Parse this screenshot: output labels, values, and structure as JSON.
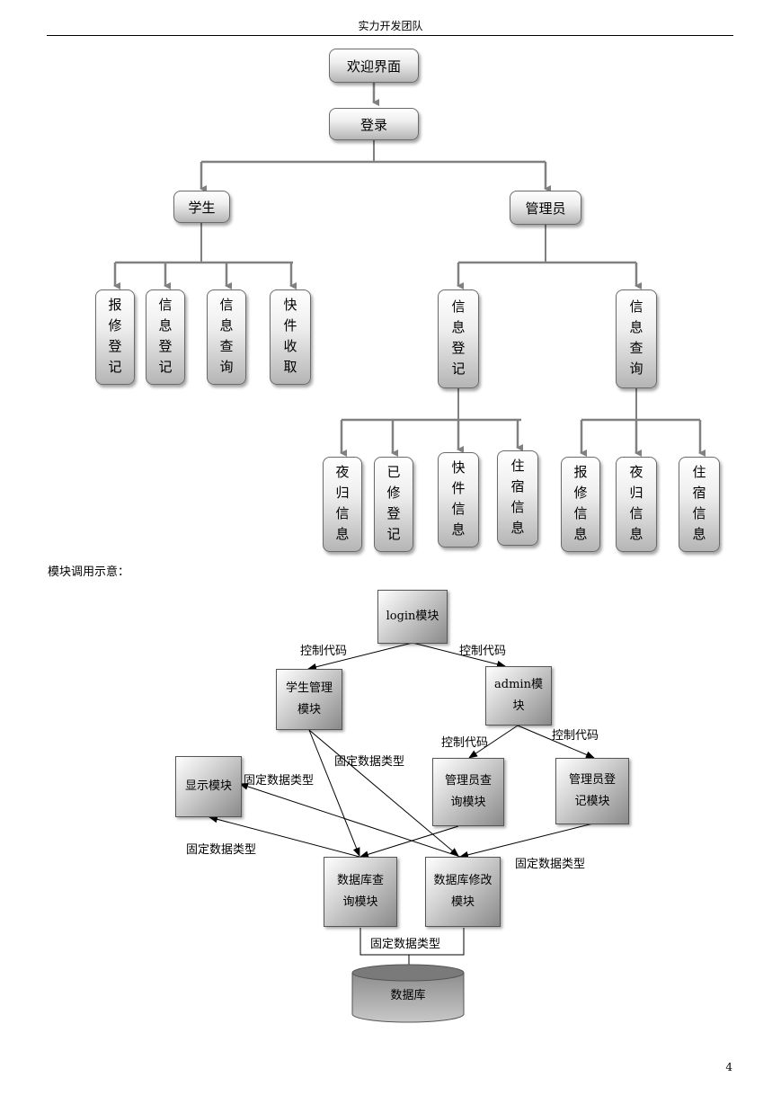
{
  "header": {
    "title": "实力开发团队"
  },
  "hierarchy": {
    "welcome": "欢迎界面",
    "login": "登录",
    "student": "学生",
    "admin": "管理员",
    "student_items": [
      "报修登记",
      "信息登记",
      "信息查询",
      "快件收取"
    ],
    "admin_items": [
      "信息登记",
      "信息查询"
    ],
    "register_items": [
      "夜归信息",
      "已修登记",
      "快件信息",
      "住宿信息"
    ],
    "query_items": [
      "报修信息",
      "夜归信息",
      "住宿信息"
    ]
  },
  "caption": "模块调用示意：",
  "modules": {
    "login": "login模块",
    "student_mgmt": "学生管理模块",
    "admin": "admin模块",
    "display": "显示模块",
    "admin_query": "管理员查询模块",
    "admin_register": "管理员登记模块",
    "db_query": "数据库查询模块",
    "db_modify": "数据库修改模块",
    "database": "数据库"
  },
  "labels": {
    "control_code": "控制代码",
    "fixed_type": "固定数据类型"
  },
  "page_number": "4"
}
